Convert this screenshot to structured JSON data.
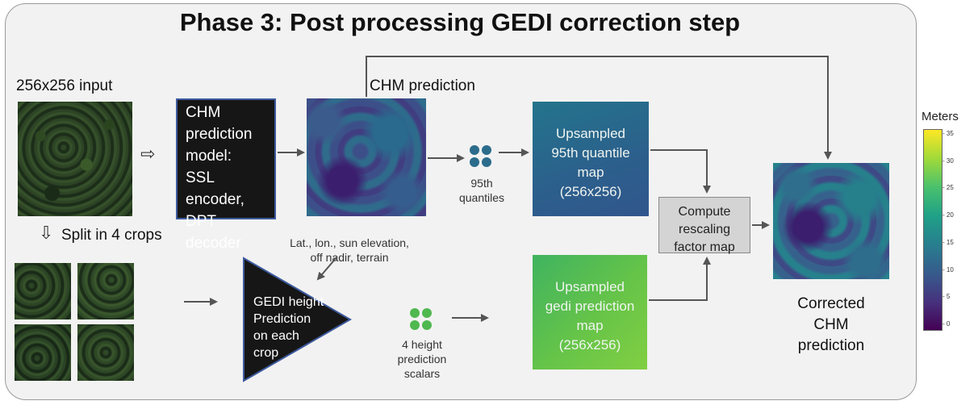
{
  "title": "Phase 3: Post processing GEDI correction step",
  "input_label": "256x256 input",
  "split_label": "Split in 4 crops",
  "chm_model_lines": [
    "CHM",
    "prediction",
    "model:",
    "SSL encoder,",
    "DPT decoder"
  ],
  "chm_prediction_label": "CHM prediction",
  "quantiles_label": [
    "95th",
    "quantiles"
  ],
  "upsampled_95_lines": [
    "Upsampled",
    "95th quantile",
    "map",
    "(256x256)"
  ],
  "metadata_label": [
    "Lat., lon., sun elevation,",
    "off nadir, terrain"
  ],
  "gedi_height_lines": [
    "GEDI height",
    "Prediction",
    "on each",
    "crop"
  ],
  "height_scalars_label": [
    "4 height",
    "prediction",
    "scalars"
  ],
  "upsampled_gedi_lines": [
    "Upsampled",
    "gedi prediction",
    "map",
    "(256x256)"
  ],
  "compute_factor_lines": [
    "Compute",
    "rescaling",
    "factor map"
  ],
  "corrected_lines": [
    "Corrected",
    "CHM",
    "prediction"
  ],
  "colorbar": {
    "title": "Meters",
    "ticks": [
      "35",
      "30",
      "25",
      "20",
      "15",
      "10",
      "5",
      "0"
    ],
    "colors": [
      "#fde725",
      "#a0da39",
      "#4ac16d",
      "#1fa187",
      "#277f8e",
      "#365c8d",
      "#46327e",
      "#440154"
    ]
  },
  "colors": {
    "quantile_dots": "#2b6c8c",
    "gedi_dots": "#4fb84f",
    "model_border": "#3d5a9e"
  }
}
